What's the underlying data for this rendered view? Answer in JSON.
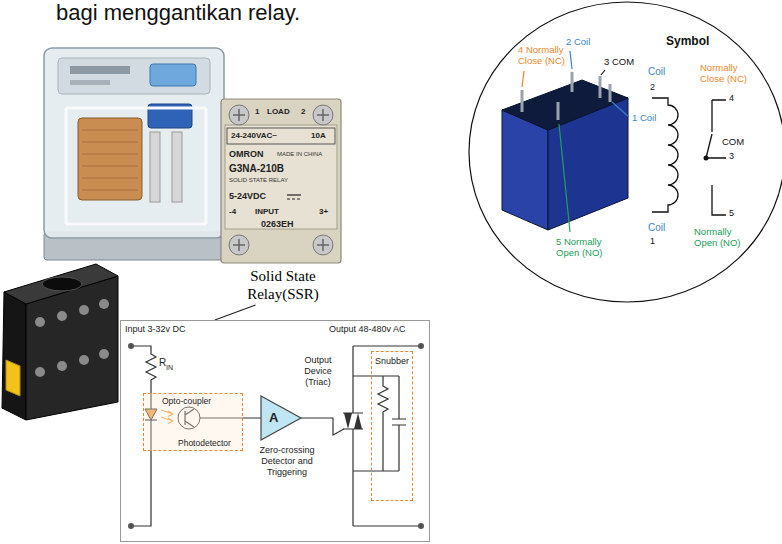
{
  "diagram": {
    "nodes": [
      {
        "text": [
          "1",
          "LOAD",
          "2",
          "24-240VAC~",
          "10A",
          "OMRON",
          "MADE IN CHINA",
          "G3NA-210B",
          "SOLID STATE RELAY",
          "5-24VDC",
          "-4",
          "INPUT",
          "3+",
          "0263EH",
          "Solid State Relay(SSR)"
        ]
      },
      {
        "text": [
          "4 Normally Close (NC)",
          "2 Coil",
          "Symbol",
          "3 COM",
          "Coil",
          "Normally Close (NC)",
          "2",
          "4",
          "1 Coil",
          "COM",
          "3",
          "5",
          "Coil",
          "Normally Open (NO)",
          "1",
          "5 Normally Open (NO)"
        ]
      },
      {
        "text": [
          "Input 3-32v DC",
          "Output 48-480v AC",
          "R",
          "IN",
          "Zero-crossing Detector and Triggering",
          "Output Device (Triac)"
        ]
      },
      {
        "text": [
          "Opto-coupler",
          "Photodetector"
        ],
        "in": 2
      },
      {
        "text": [
          "A"
        ],
        "in": 2
      },
      {
        "text": [
          "Snubber"
        ],
        "in": 2
      }
    ],
    "edges": [
      {
        "from": 0,
        "to": 2,
        "arrow": "none"
      }
    ],
    "labels": [
      "bagi menggantikan relay."
    ]
  }
}
